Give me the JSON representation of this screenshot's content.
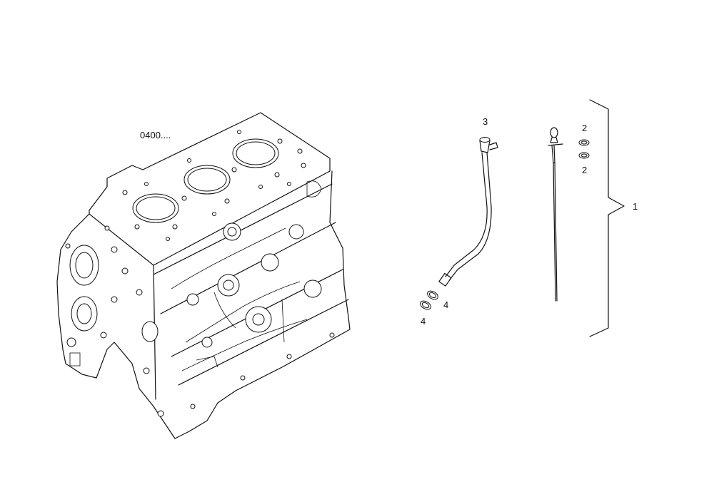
{
  "callouts": {
    "group_ref": "0400....",
    "assembly": "1",
    "oring_a": "2",
    "oring_b": "2",
    "tube": "3",
    "seal_a": "4",
    "seal_b": "4"
  }
}
